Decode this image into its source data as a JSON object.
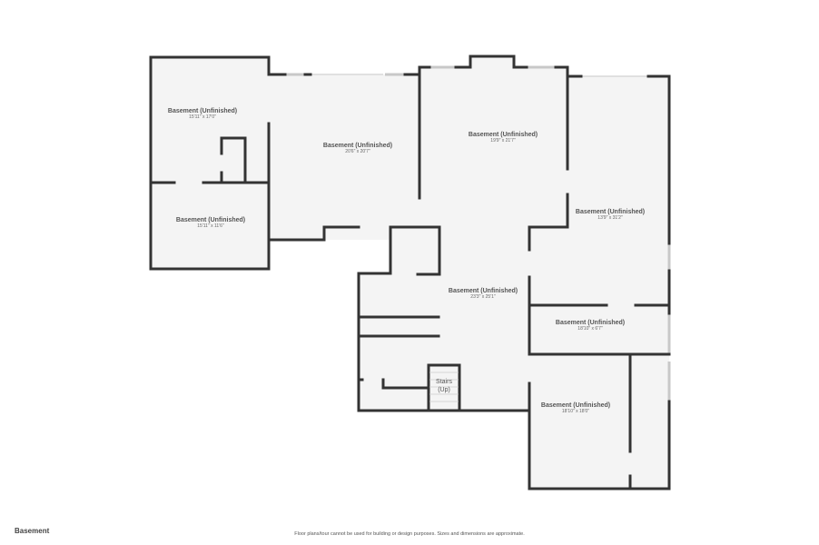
{
  "floor_plan": {
    "floor_name": "Basement",
    "disclaimer": "Floor plans/tour cannot be used for building or design purposes. Sizes and dimensions are approximate.",
    "colors": {
      "wall": "#333333",
      "floor": "#f4f4f4",
      "window": "#cccccc",
      "background": "#ffffff",
      "label": "#555555"
    },
    "rooms": [
      {
        "name": "Basement (Unfinished)",
        "dimensions": "15'11\" x 17'0\""
      },
      {
        "name": "Basement (Unfinished)",
        "dimensions": "15'11\" x 11'6\""
      },
      {
        "name": "Basement (Unfinished)",
        "dimensions": "20'6\" x 20'7\""
      },
      {
        "name": "Basement (Unfinished)",
        "dimensions": "19'9\" x 21'7\""
      },
      {
        "name": "Basement (Unfinished)",
        "dimensions": "13'9\" x 31'2\""
      },
      {
        "name": "Basement (Unfinished)",
        "dimensions": "23'3\" x 25'1\""
      },
      {
        "name": "Basement (Unfinished)",
        "dimensions": "18'10\" x 6'7\""
      },
      {
        "name": "Basement (Unfinished)",
        "dimensions": "18'10\" x 18'0\""
      }
    ],
    "stairs": {
      "line1": "Stairs",
      "line2": "(Up)"
    }
  }
}
